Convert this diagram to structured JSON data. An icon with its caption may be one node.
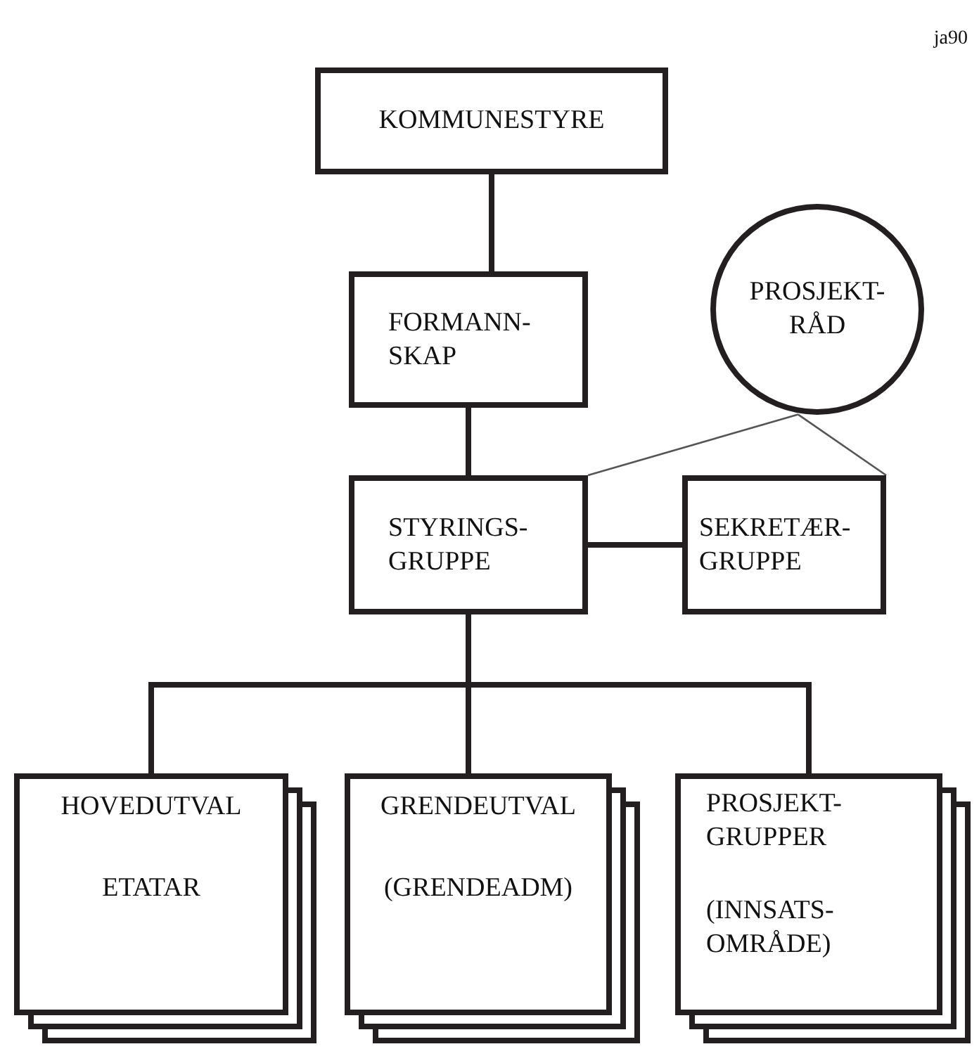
{
  "diagram": {
    "nodes": [
      {
        "text": [
          "KOMMUNESTYRE"
        ]
      },
      {
        "text": [
          "FORMANN- SKAP"
        ]
      },
      {
        "text": [
          "PROSJEKT- RÅD"
        ]
      },
      {
        "text": [
          "STYRINGS- GRUPPE"
        ]
      },
      {
        "text": [
          "SEKRETÆR- GRUPPE"
        ]
      },
      {
        "text": [
          "HOVEDUTVAL",
          "ETATAR"
        ]
      },
      {
        "text": [
          "GRENDEUTVAL",
          "(GRENDEADM)"
        ]
      },
      {
        "text": [
          "PROSJEKT- GRUPPER",
          "(INNSATS- OMRÅDE)"
        ]
      }
    ],
    "edges": [
      {
        "from": 0,
        "to": 1,
        "arrow": "none"
      },
      {
        "from": 1,
        "to": 3,
        "arrow": "none"
      },
      {
        "from": 2,
        "to": 3,
        "arrow": "none",
        "color": "#555555"
      },
      {
        "from": 2,
        "to": 4,
        "arrow": "none",
        "color": "#555555"
      },
      {
        "from": 3,
        "to": 4,
        "arrow": "none"
      },
      {
        "from": 3,
        "to": 5,
        "arrow": "none"
      },
      {
        "from": 3,
        "to": 6,
        "arrow": "none"
      },
      {
        "from": 3,
        "to": 7,
        "arrow": "none"
      }
    ],
    "labels": [
      "ja90"
    ]
  }
}
